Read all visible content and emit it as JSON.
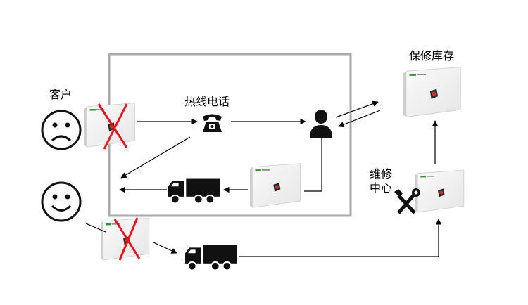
{
  "labels": {
    "customer": "客户",
    "hotline": "热线电话",
    "warranty_stock": "保修库存",
    "repair_center_line1": "维修",
    "repair_center_line2": "中心"
  },
  "colors": {
    "box_border": "#aaaaaa",
    "cross": "#e8141b",
    "inverter_body": "#f4f4f4",
    "inverter_edge": "#d9d9d9",
    "inverter_display": "#7a1a1a",
    "icon": "#111111",
    "line": "#000000"
  },
  "icons": [
    "sad-face-icon",
    "happy-face-icon",
    "telephone-icon",
    "person-icon",
    "truck-icon",
    "tools-icon",
    "inverter-icon",
    "red-cross-icon"
  ]
}
